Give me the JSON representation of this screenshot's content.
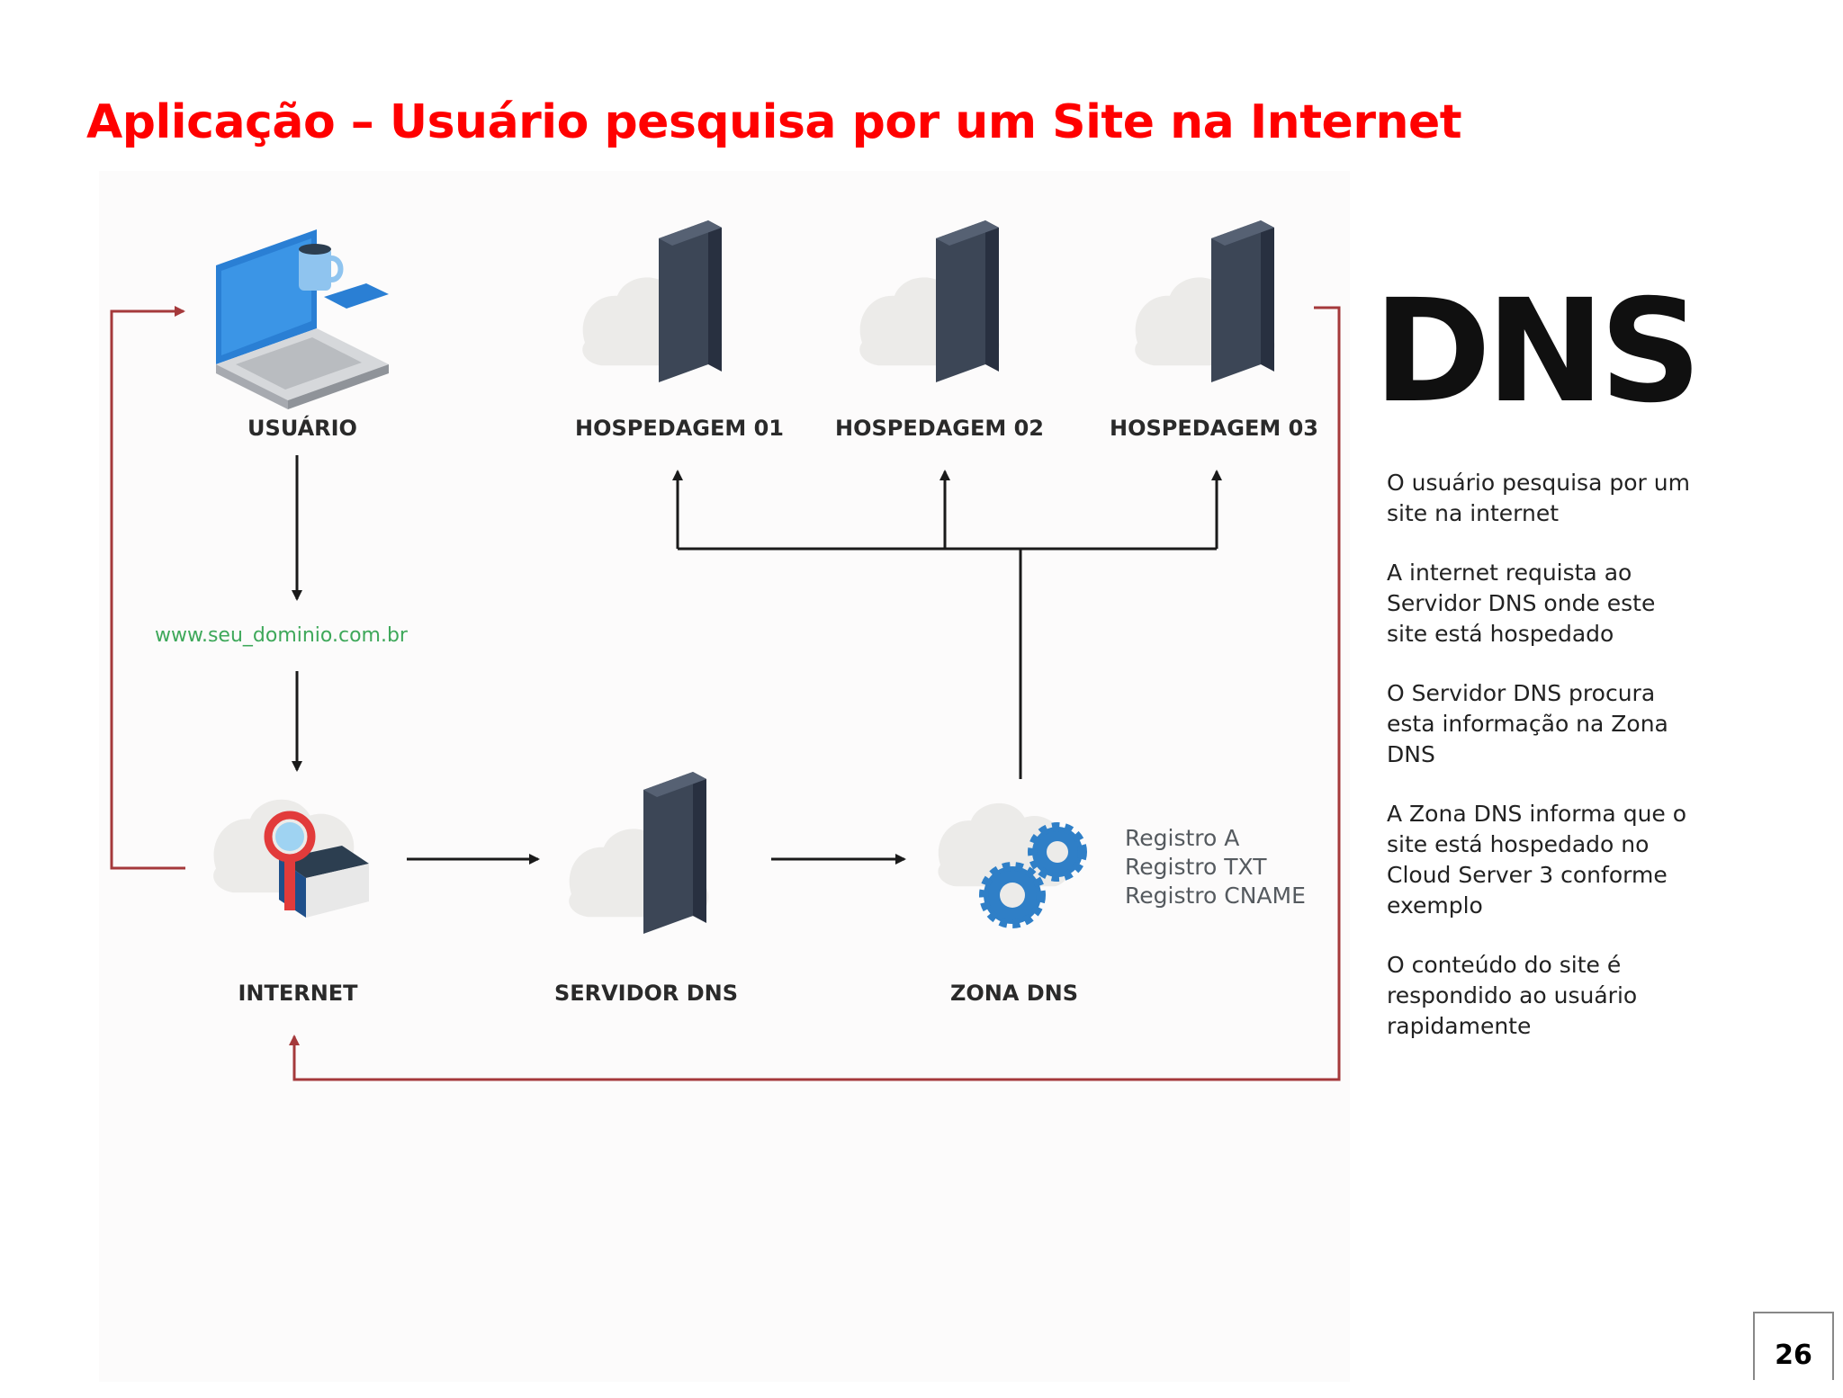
{
  "title": "Aplicação – Usuário pesquisa por um Site na Internet",
  "nodes": {
    "usuario": "USUÁRIO",
    "hospedagem_01": "HOSPEDAGEM 01",
    "hospedagem_02": "HOSPEDAGEM 02",
    "hospedagem_03": "HOSPEDAGEM 03",
    "internet": "INTERNET",
    "servidor_dns": "SERVIDOR DNS",
    "zona_dns": "ZONA DNS"
  },
  "domain_text": "www.seu_dominio.com.br",
  "records": [
    "Registro A",
    "Registro TXT",
    "Registro CNAME"
  ],
  "dns_logo": "DNS",
  "steps": [
    "O usuário pesquisa por um site na internet",
    "A internet requista ao Servidor DNS onde este site está hospedado",
    "O Servidor DNS procura esta informação na Zona DNS",
    "A Zona DNS informa que o site está hospedado no Cloud Server 3 conforme exemplo",
    "O conteúdo do site é respondido ao usuário rapidamente"
  ],
  "page_number": "26",
  "colors": {
    "title": "#ff0000",
    "return_arrow": "#a5393b",
    "flow_arrow": "#1a1a1a",
    "domain_text": "#3ea85a",
    "server": "#3c4656",
    "gear": "#2f7fc7",
    "laptop": "#2a7fd4"
  }
}
